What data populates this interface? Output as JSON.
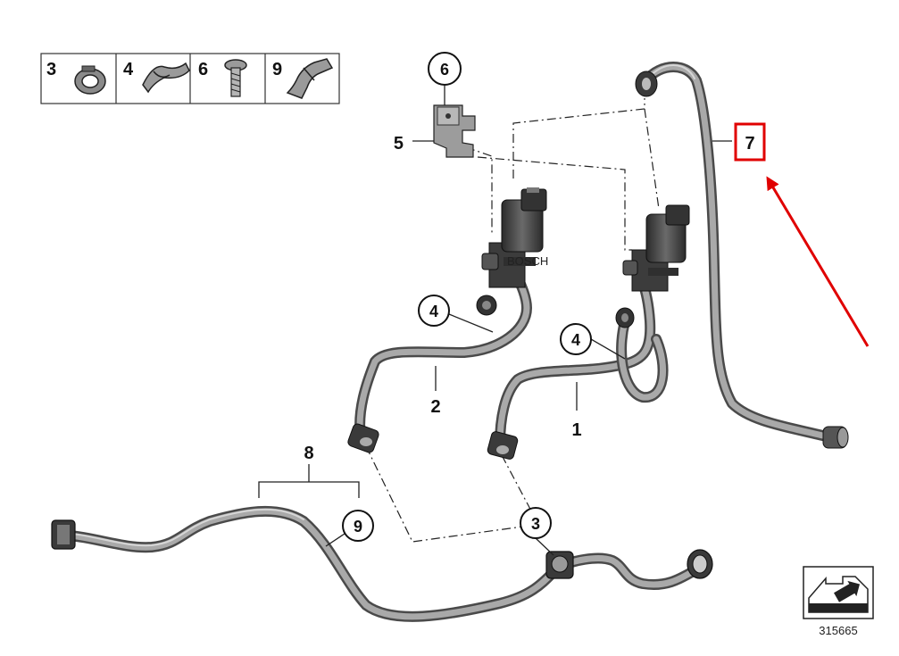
{
  "legend": {
    "items": [
      {
        "number": "3",
        "icon": "hose-clamp-ring-icon"
      },
      {
        "number": "4",
        "icon": "spring-clip-icon"
      },
      {
        "number": "6",
        "icon": "screw-icon"
      },
      {
        "number": "9",
        "icon": "bracket-clip-icon"
      }
    ]
  },
  "callouts": {
    "c1": "1",
    "c2": "2",
    "c3a": "3",
    "c4a": "4",
    "c4b": "4",
    "c5": "5",
    "c6": "6",
    "c7": "7",
    "c8": "8",
    "c9": "9"
  },
  "highlight": {
    "color": "#e00000",
    "target": "7"
  },
  "footer": {
    "reference_number": "315665",
    "icon": "page-corner-arrow-icon"
  },
  "colors": {
    "hose_dark": "#4a4a4a",
    "hose_light": "#a9a9a9",
    "arrow": "#e00000"
  }
}
